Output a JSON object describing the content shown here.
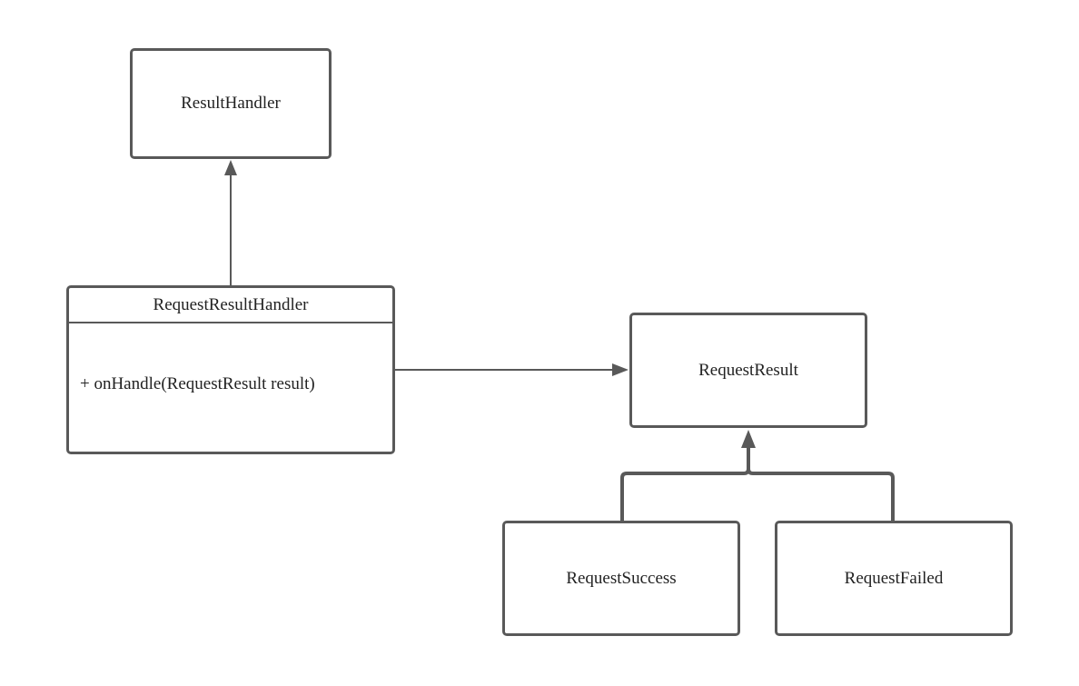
{
  "diagram": {
    "nodes": {
      "result_handler": {
        "label": "ResultHandler"
      },
      "request_result_handler": {
        "label": "RequestResultHandler",
        "methods": [
          "+ onHandle(RequestResult result)"
        ]
      },
      "request_result": {
        "label": "RequestResult"
      },
      "request_success": {
        "label": "RequestSuccess"
      },
      "request_failed": {
        "label": "RequestFailed"
      }
    },
    "edges": [
      {
        "from": "RequestResultHandler",
        "to": "ResultHandler",
        "kind": "inheritance"
      },
      {
        "from": "RequestResultHandler",
        "to": "RequestResult",
        "kind": "association"
      },
      {
        "from": "RequestSuccess",
        "to": "RequestResult",
        "kind": "inheritance"
      },
      {
        "from": "RequestFailed",
        "to": "RequestResult",
        "kind": "inheritance"
      }
    ],
    "colors": {
      "line": "#595959",
      "text": "#222222",
      "background": "#ffffff"
    }
  }
}
